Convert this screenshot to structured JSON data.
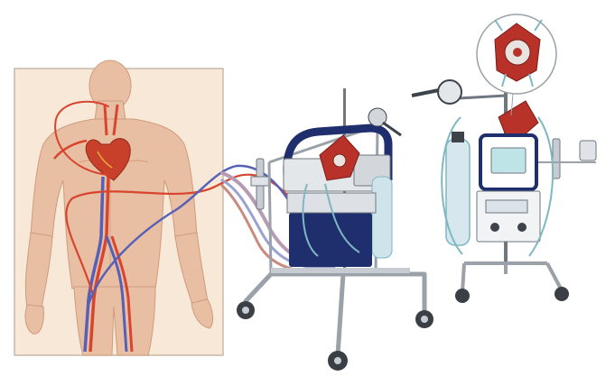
{
  "illustration": {
    "caption": "",
    "components": [
      "patient-anatomy-panel",
      "ecmo-console-cart",
      "ecmo-device-tower",
      "oxygenator-detail-callout"
    ]
  },
  "palette": {
    "background": "#ffffff",
    "panel_fill": "#f7e8d8",
    "panel_border": "#c9b8a6",
    "skin": "#e9bfa3",
    "skin_shade": "#d9a283",
    "artery_red": "#d8452f",
    "vein_blue": "#5560b8",
    "heart": "#c9402a",
    "navy": "#1f2f6e",
    "oxygenator_red": "#b8322a",
    "metal": "#c7ccd3",
    "metal_dark": "#6f7780",
    "tube_teal": "#7fb7c2",
    "monitor_screen": "#bfe4e8"
  }
}
